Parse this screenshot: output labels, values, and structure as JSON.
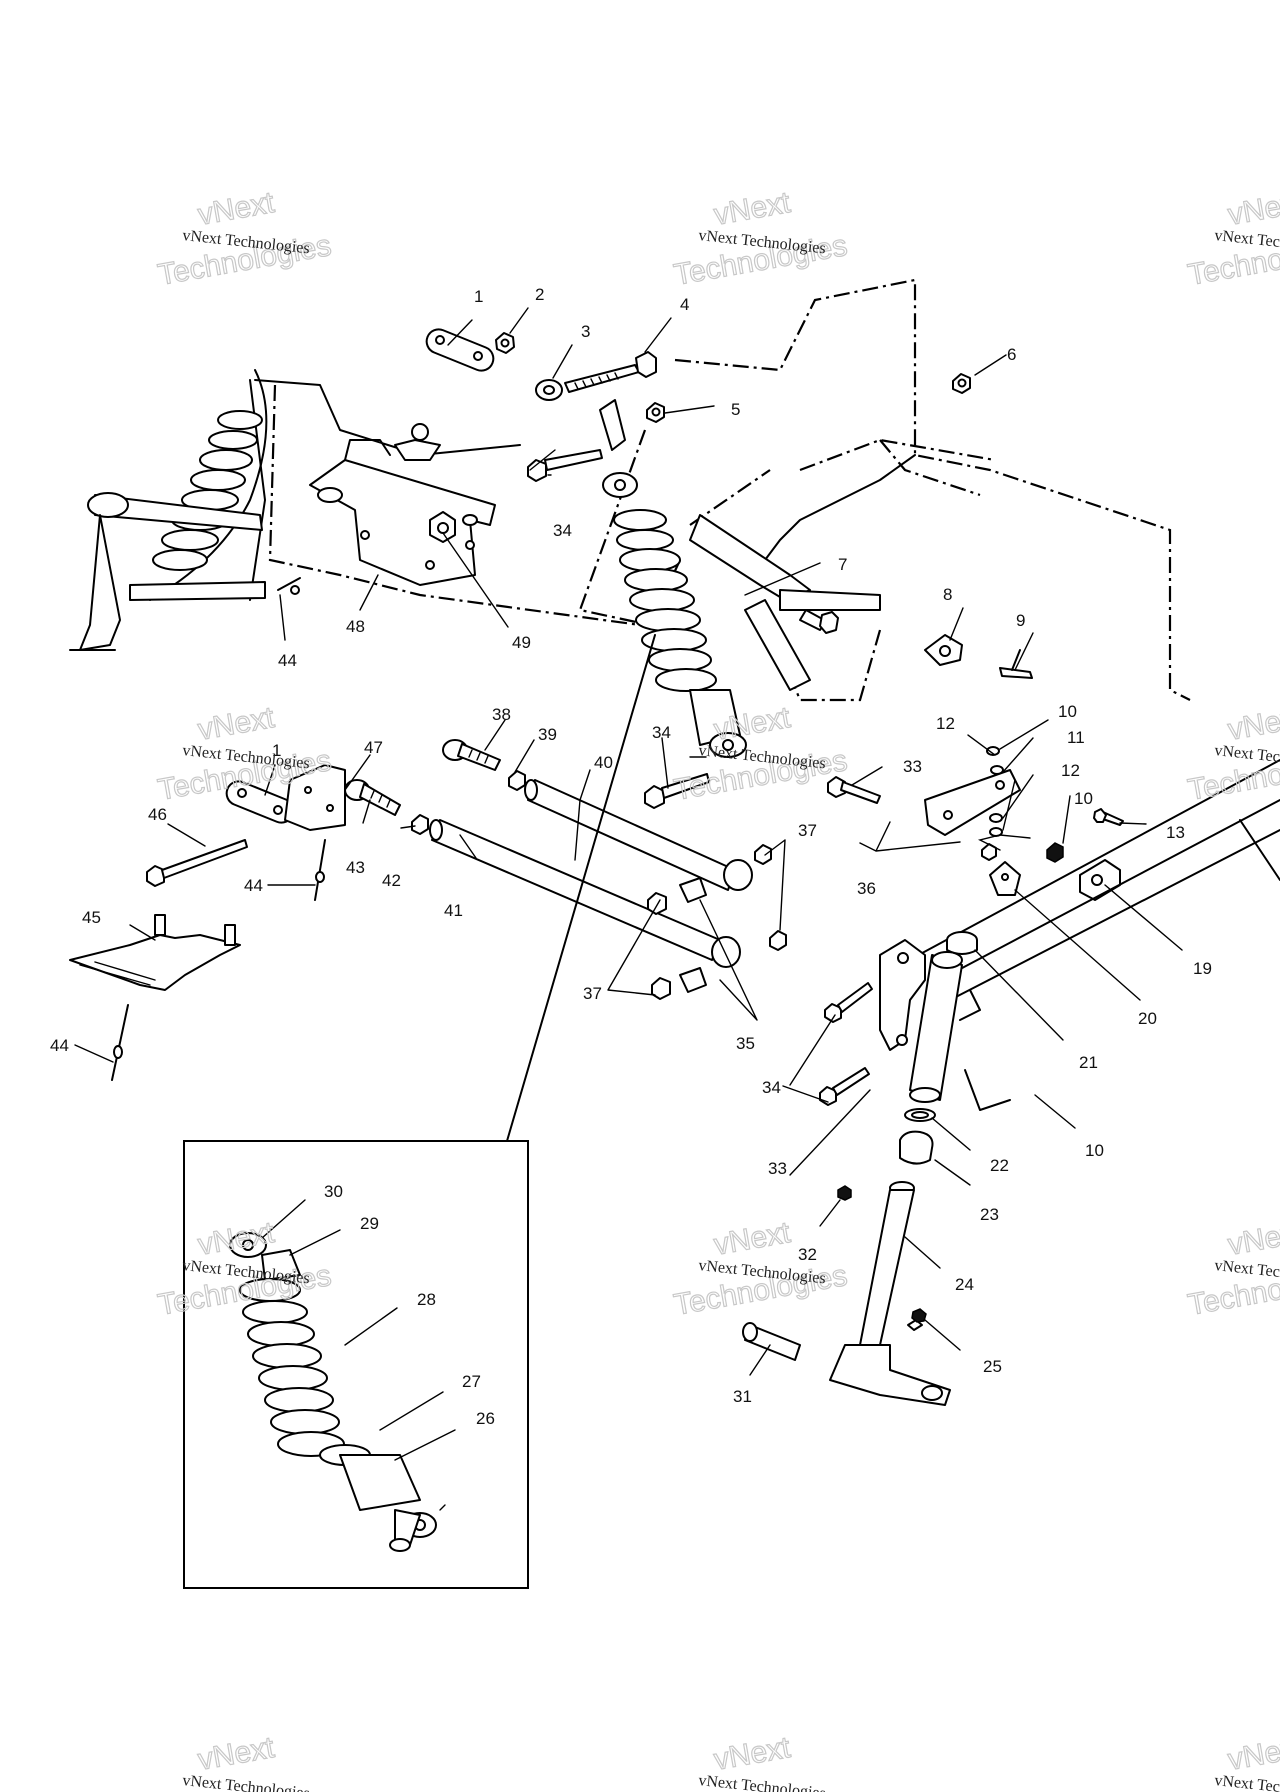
{
  "watermark": {
    "line1": "vNext Technologies",
    "line2": "vNext",
    "line3": "Technologies"
  },
  "callouts": [
    "1",
    "2",
    "3",
    "4",
    "5",
    "6",
    "7",
    "8",
    "9",
    "10",
    "11",
    "12",
    "13",
    "19",
    "20",
    "21",
    "22",
    "23",
    "24",
    "25",
    "26",
    "27",
    "28",
    "29",
    "30",
    "31",
    "32",
    "33",
    "34",
    "35",
    "36",
    "37",
    "38",
    "39",
    "40",
    "41",
    "42",
    "43",
    "44",
    "45",
    "46",
    "47",
    "48",
    "49"
  ],
  "icons": {
    "shock": "coil-spring-shock-icon",
    "bolt": "bolt-icon",
    "nut": "nut-icon",
    "arm": "control-arm-icon",
    "spindle": "spindle-icon",
    "detail": "shock-detail-inset"
  }
}
